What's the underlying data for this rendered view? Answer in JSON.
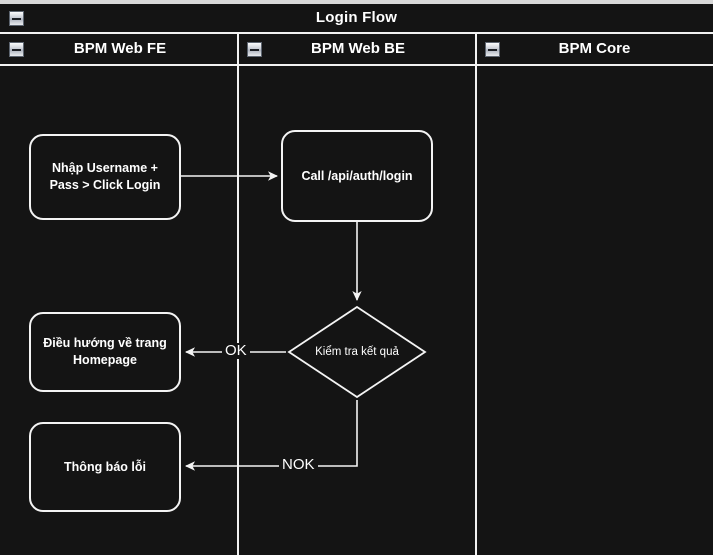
{
  "diagram": {
    "title": "Login Flow",
    "collapse_icon": "minus-box-icon",
    "lanes": [
      {
        "id": "lane-fe",
        "label": "BPM Web FE"
      },
      {
        "id": "lane-be",
        "label": "BPM Web BE"
      },
      {
        "id": "lane-core",
        "label": "BPM Core"
      }
    ],
    "nodes": [
      {
        "id": "node-input",
        "lane": "lane-fe",
        "type": "process",
        "text": "Nhập Username +\nPass > Click Login"
      },
      {
        "id": "node-call",
        "lane": "lane-be",
        "type": "process",
        "text": "Call /api/auth/login"
      },
      {
        "id": "node-decision",
        "lane": "lane-be",
        "type": "decision",
        "text": "Kiểm tra kết quả"
      },
      {
        "id": "node-home",
        "lane": "lane-fe",
        "type": "process",
        "text": "Điều hướng về trang\nHomepage"
      },
      {
        "id": "node-error",
        "lane": "lane-fe",
        "type": "process",
        "text": "Thông báo lỗi"
      }
    ],
    "edges": [
      {
        "id": "edge-input-call",
        "from": "node-input",
        "to": "node-call",
        "label": ""
      },
      {
        "id": "edge-call-decision",
        "from": "node-call",
        "to": "node-decision",
        "label": ""
      },
      {
        "id": "edge-decision-home",
        "from": "node-decision",
        "to": "node-home",
        "label": "OK"
      },
      {
        "id": "edge-decision-error",
        "from": "node-decision",
        "to": "node-error",
        "label": "NOK"
      }
    ],
    "colors": {
      "background": "#141414",
      "stroke": "#f4f4f4",
      "text": "#ffffff",
      "page": "#d8d8d8"
    }
  }
}
